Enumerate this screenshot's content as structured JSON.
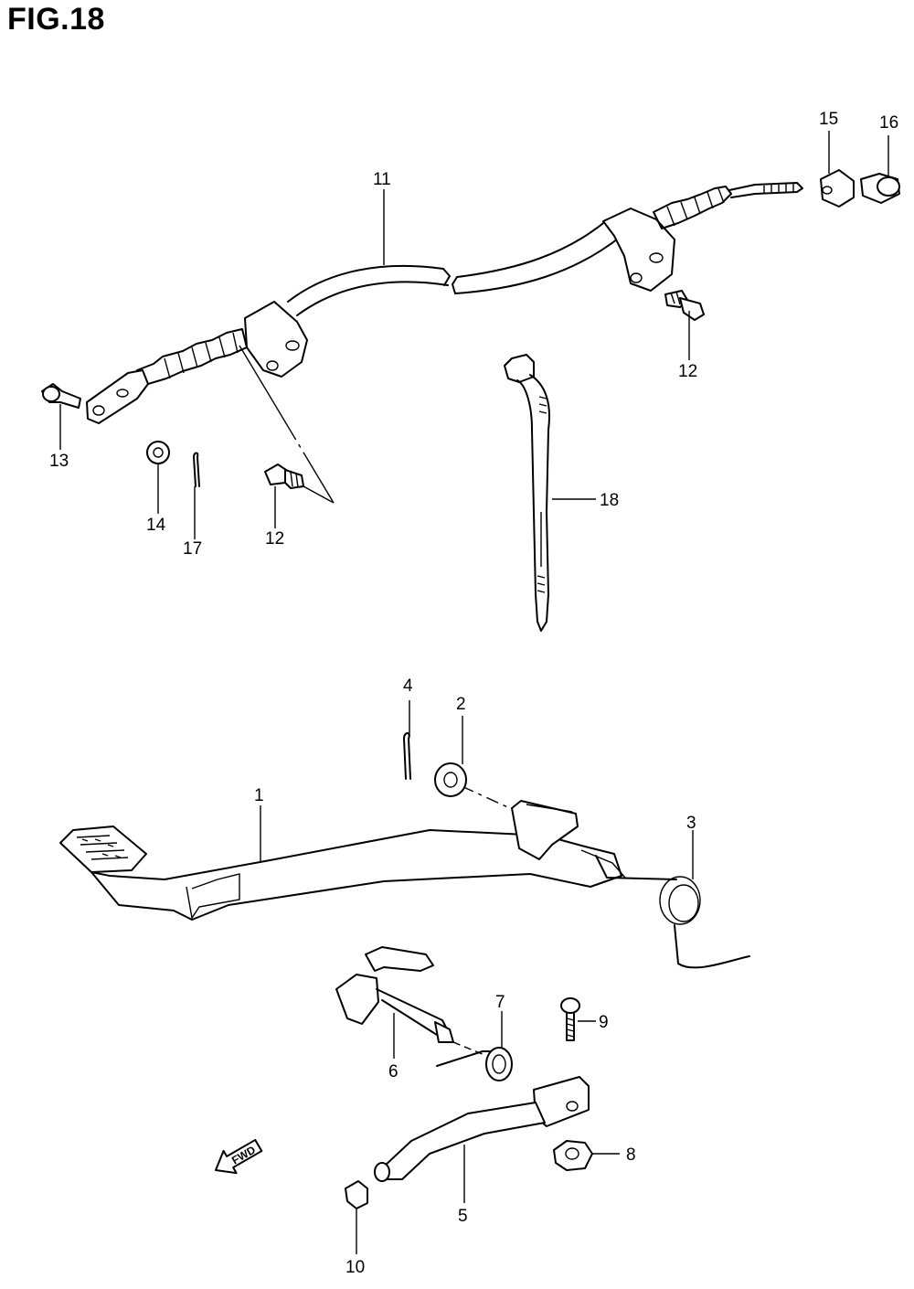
{
  "figure": {
    "title": "FIG.18"
  },
  "callouts": [
    "1",
    "2",
    "3",
    "4",
    "5",
    "6",
    "7",
    "8",
    "9",
    "10",
    "11",
    "12",
    "12",
    "13",
    "14",
    "15",
    "16",
    "17",
    "18"
  ],
  "badge": {
    "text": "FWD"
  }
}
